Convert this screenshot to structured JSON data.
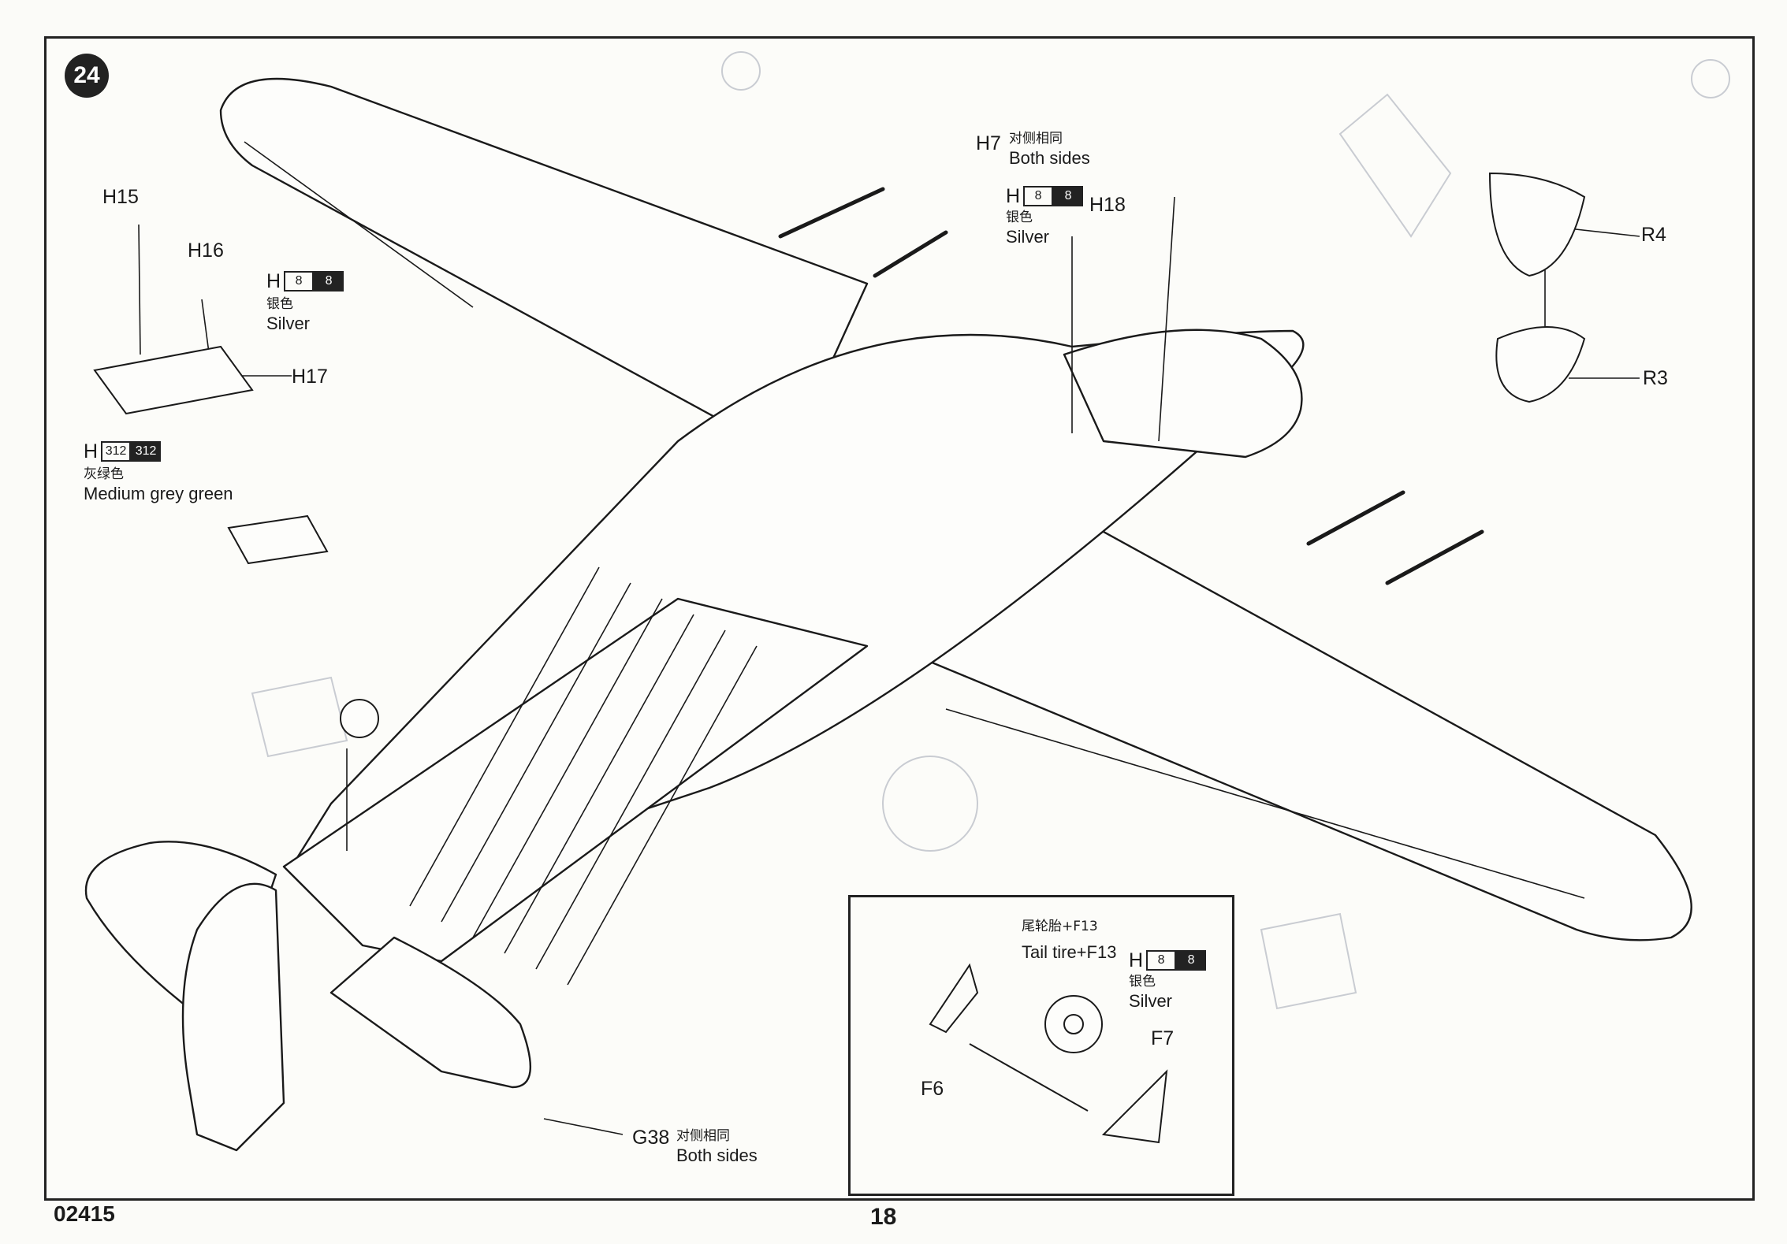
{
  "step_number": "24",
  "product_code": "02415",
  "page_number": "18",
  "labels": {
    "h15": "H15",
    "h16": "H16",
    "h17": "H17",
    "h18": "H18",
    "h7": "H7",
    "h7_note_cn": "对侧相同",
    "h7_note_en": "Both sides",
    "r4": "R4",
    "r3": "R3",
    "g38": "G38",
    "g38_note_cn": "对侧相同",
    "g38_note_en": "Both sides",
    "f6": "F6",
    "f7": "F7",
    "tail_tire_cn": "尾轮胎+F13",
    "tail_tire_en": "Tail tire+F13"
  },
  "paint_callouts": [
    {
      "letter": "H",
      "codes": [
        "8",
        "8"
      ],
      "name_cn": "银色",
      "name_en": "Silver"
    },
    {
      "letter": "H",
      "codes": [
        "8",
        "8"
      ],
      "name_cn": "银色",
      "name_en": "Silver"
    },
    {
      "letter": "H",
      "codes": [
        "312",
        "312"
      ],
      "name_cn": "灰绿色",
      "name_en": "Medium grey green"
    },
    {
      "letter": "H",
      "codes": [
        "8",
        "8"
      ],
      "name_cn": "银色",
      "name_en": "Silver"
    }
  ],
  "colors": {
    "ink": "#1a1a1a",
    "paper": "#fbfbf8",
    "ghost": "#c9ccd2"
  }
}
